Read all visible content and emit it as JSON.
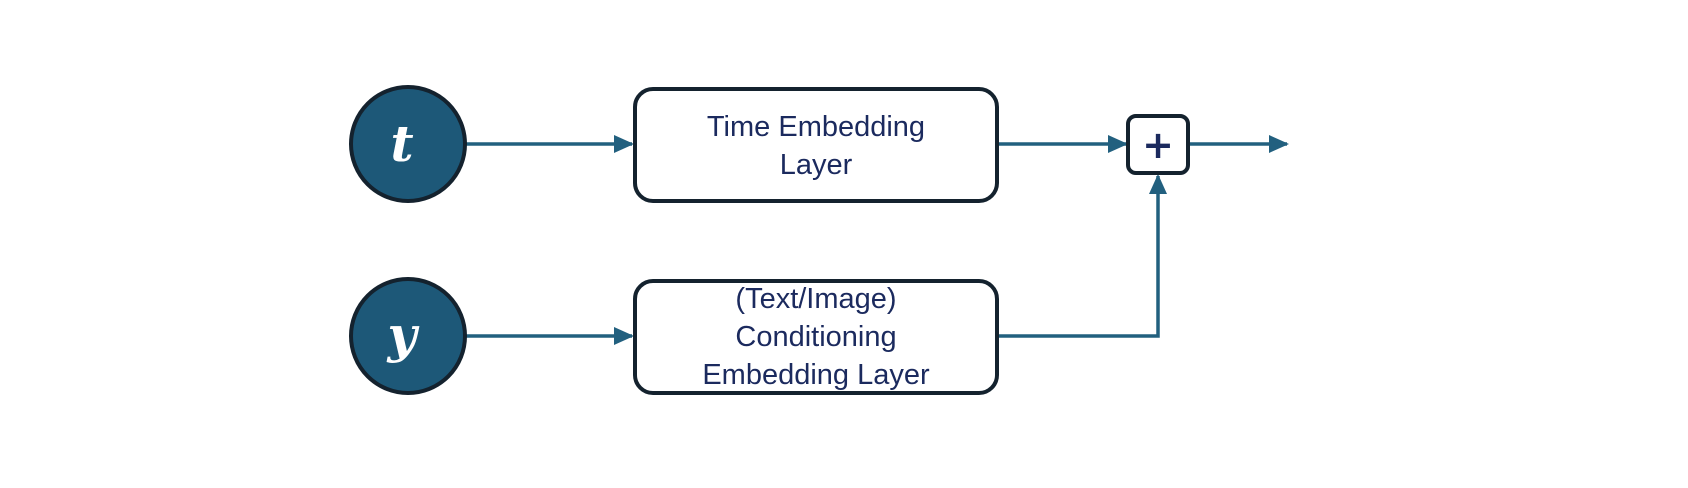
{
  "diagram": {
    "inputs": {
      "t": {
        "label": "t"
      },
      "y": {
        "label": "y"
      }
    },
    "boxes": {
      "time": {
        "lines": [
          "Time Embedding",
          "Layer"
        ]
      },
      "cond": {
        "lines": [
          "(Text/Image)",
          "Conditioning",
          "Embedding Layer"
        ]
      }
    },
    "sum": {
      "symbol": "+"
    }
  },
  "colors": {
    "node_fill": "#1d5878",
    "node_stroke": "#14222e",
    "box_stroke": "#14222e",
    "arrow": "#22607f",
    "text": "#1b2a5e"
  }
}
